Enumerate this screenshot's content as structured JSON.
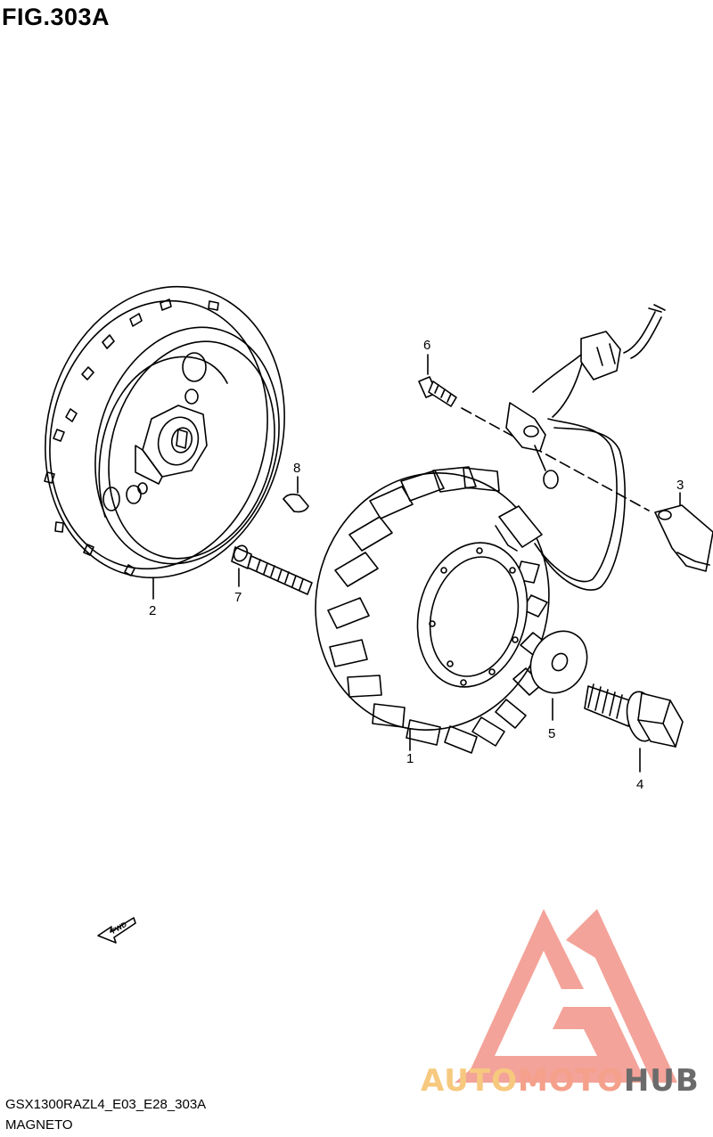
{
  "figure": {
    "title": "FIG.303A",
    "model_code": "GSX1300RAZL4_E03_E28_303A",
    "section_name": "MAGNETO"
  },
  "callouts": {
    "c1": "1",
    "c2": "2",
    "c3": "3",
    "c4": "4",
    "c5": "5",
    "c6": "6",
    "c7": "7",
    "c8": "8"
  },
  "fwd_arrow": {
    "label": "FWD"
  },
  "watermark": {
    "part1": "AUTO",
    "part2": "MOTO",
    "part3": "HUB",
    "colors": {
      "auto": "#f6c97f",
      "moto": "#f4a08a",
      "hub": "#6b6b6b",
      "triangle": "#f29a8e"
    }
  }
}
